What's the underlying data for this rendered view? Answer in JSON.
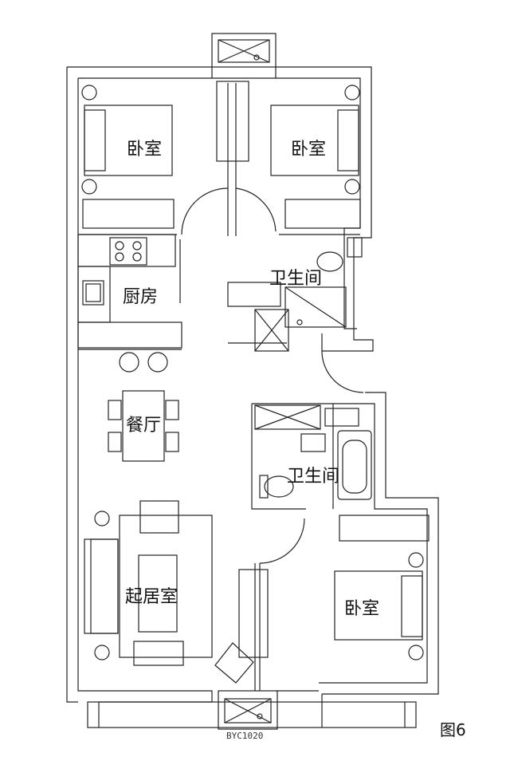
{
  "rooms": {
    "bedroom_top_left": "卧室",
    "bedroom_top_right": "卧室",
    "kitchen": "厨房",
    "bathroom_top": "卫生间",
    "dining": "餐厅",
    "bathroom_mid": "卫生间",
    "living": "起居室",
    "bedroom_bottom_right": "卧室"
  },
  "unit_tag": "BYC1020",
  "figure_label": "图6"
}
